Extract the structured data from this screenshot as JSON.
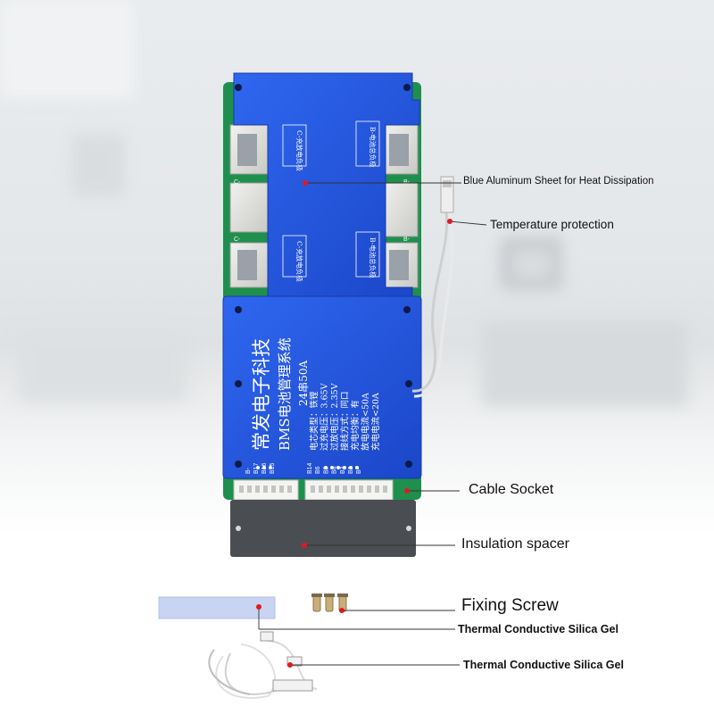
{
  "callouts": {
    "heat_sheet": "Blue Aluminum Sheet for Heat Dissipation",
    "temperature": "Temperature protection",
    "cable_socket": "Cable Socket",
    "insulation": "Insulation spacer",
    "fixing_screw": "Fixing Screw",
    "silica_gel_1": "Thermal Conductive Silica Gel",
    "silica_gel_2": "Thermal Conductive Silica Gel"
  },
  "board": {
    "company": "常发电子科技",
    "system": "BMS电池管理系统",
    "spec": "24串50A",
    "specs": [
      "电芯类型：铁锂",
      "过充电压：3.65V",
      "过放电压：2.35V",
      "接线方式：同口",
      "充电均衡：有",
      "放电电流<50A",
      "充电电流<20A"
    ],
    "pad_c_top": "C-充放电负极",
    "pad_b_top": "B-电池总负极",
    "pad_c_bottom": "C-充放电负极",
    "pad_b_bottom": "B-电池总负极",
    "edge_c_top": "C-",
    "edge_c_bottom": "C-",
    "edge_b_top": "B-",
    "edge_b_bottom": "B-",
    "balance_left": [
      "B-",
      "B17",
      "B16",
      "B15"
    ],
    "balance_right": [
      "B14",
      "B6",
      "B5",
      "B4",
      "B3",
      "B2",
      "B-"
    ]
  },
  "colors": {
    "board_blue": "#1d4fd8",
    "board_blue_light": "#2f67f0",
    "callout_dot": "#e0191f",
    "callout_line": "#333333",
    "spacer": "#4a4e52",
    "silica_gel": "#c9d3f2"
  }
}
